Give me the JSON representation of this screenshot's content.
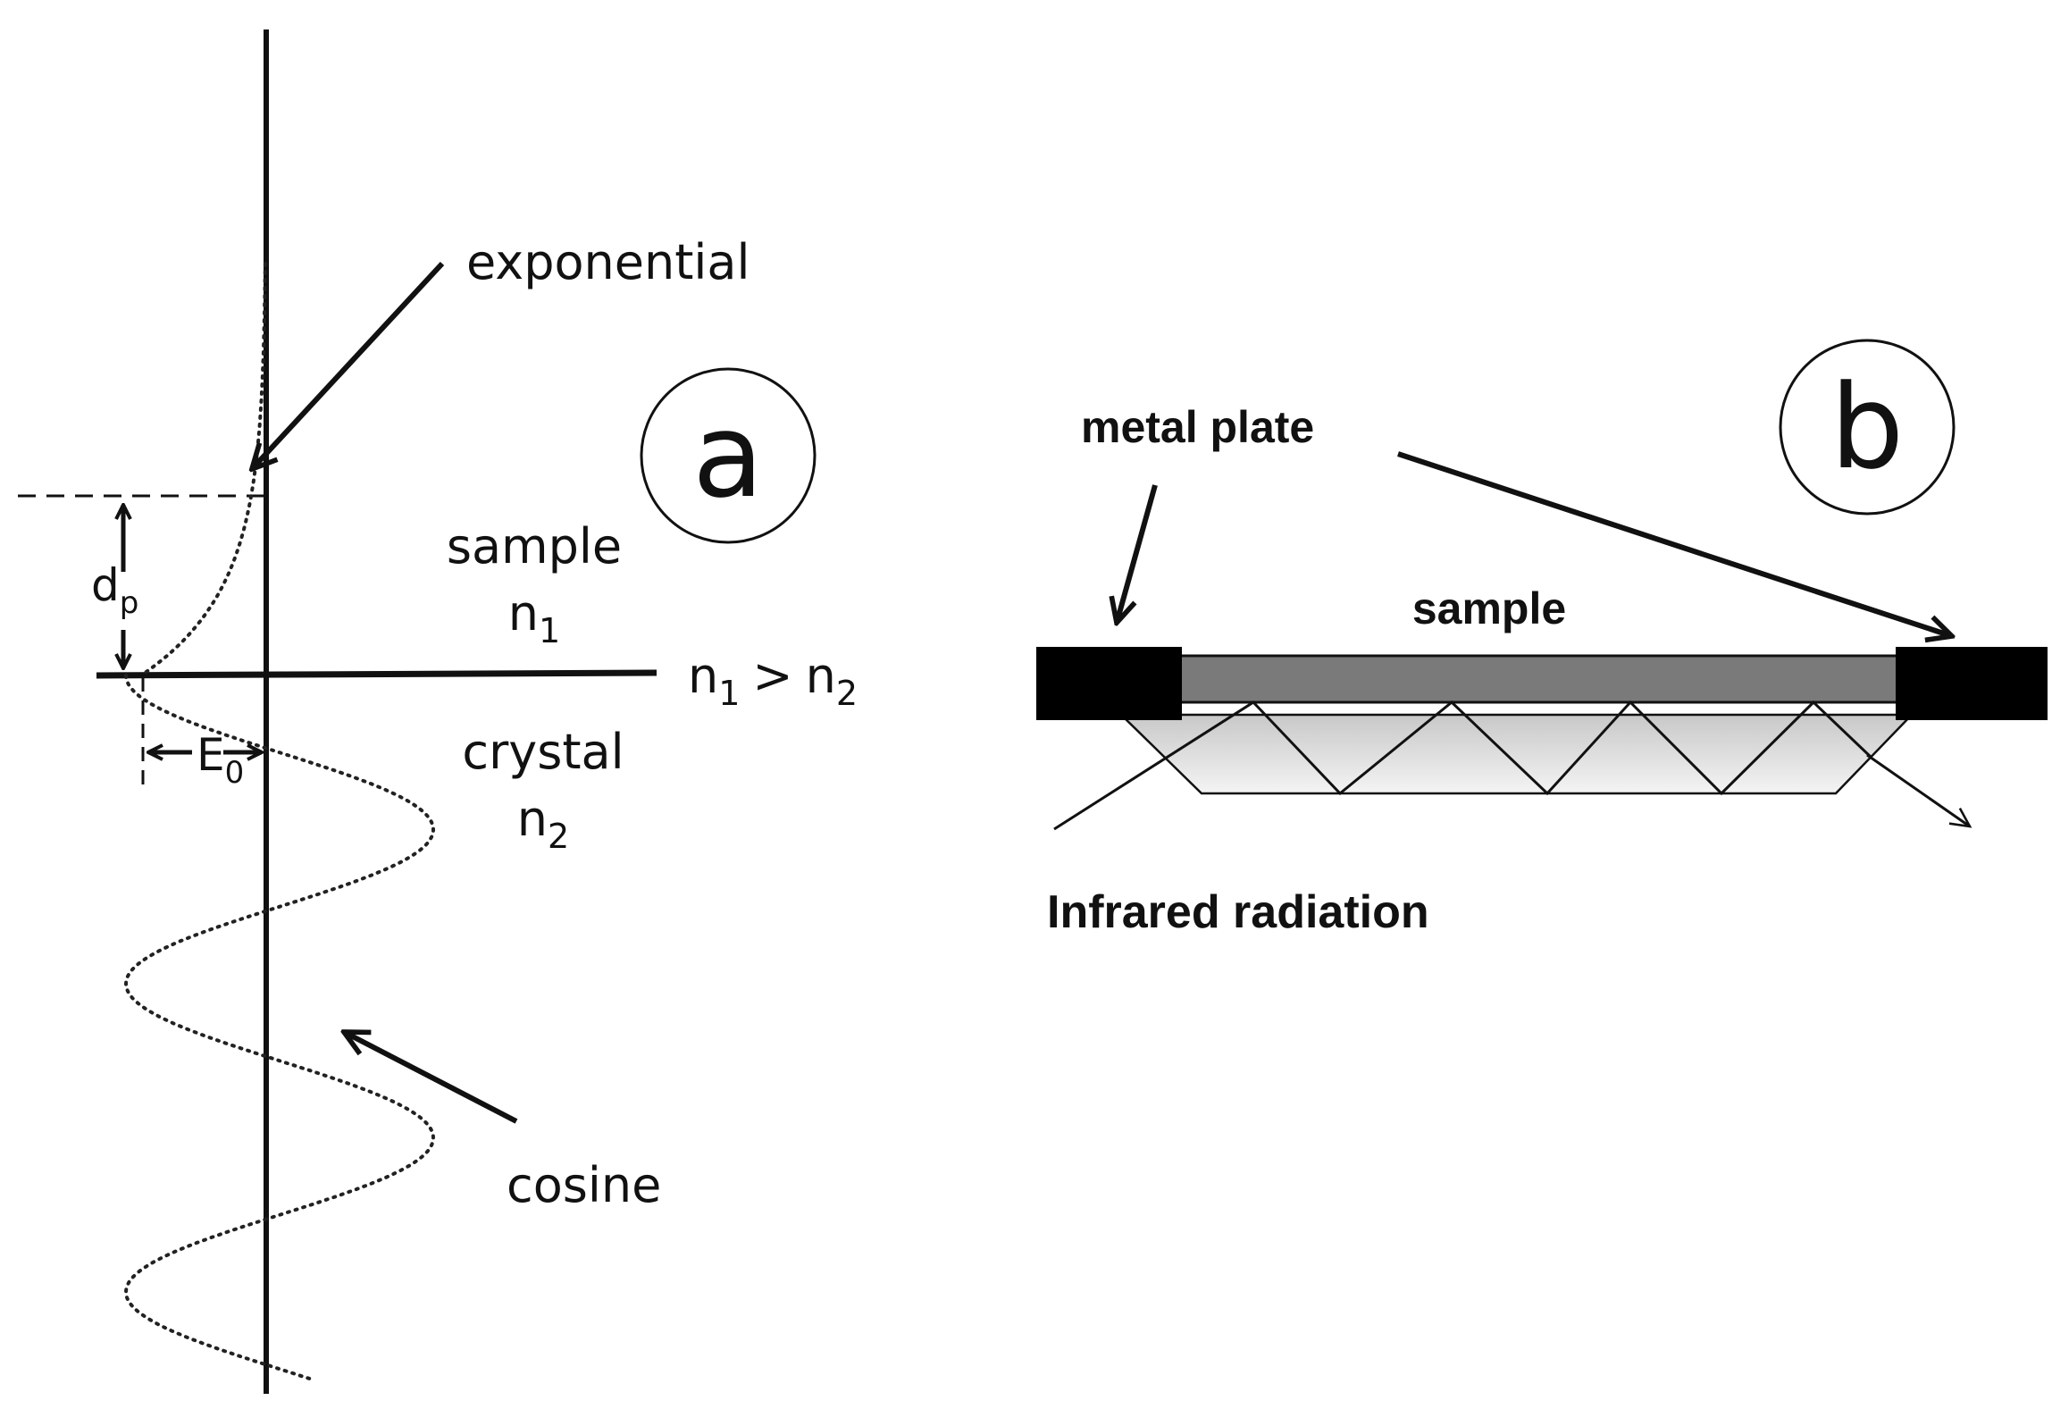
{
  "panel_a": {
    "letter": "a",
    "labels": {
      "exponential": "exponential",
      "cosine": "cosine",
      "sample": "sample",
      "crystal": "crystal",
      "n": "n",
      "sub1": "1",
      "sub2": "2",
      "greater_than": ">",
      "d": "d",
      "sub_p": "p",
      "E": "E",
      "sub_0": "0"
    }
  },
  "panel_b": {
    "letter": "b",
    "labels": {
      "metal_plate": "metal plate",
      "sample": "sample",
      "infrared_radiation": "Infrared radiation"
    }
  },
  "colors": {
    "ink": "#111111",
    "sample_layer": "#7a7a7a",
    "crystal_fill_top": "#c8c8c8",
    "crystal_fill_bottom": "#f4f4f4",
    "metal_plate": "#000000"
  }
}
